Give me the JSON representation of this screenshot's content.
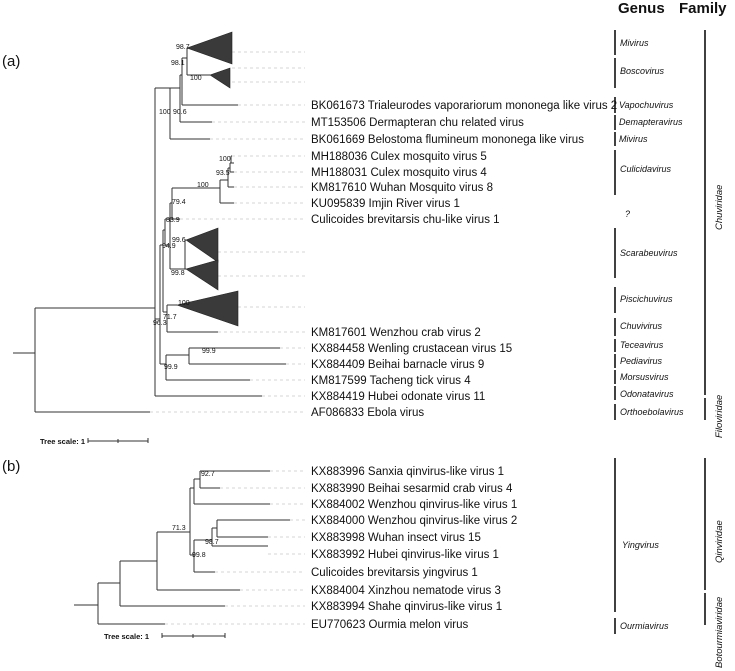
{
  "headers": {
    "genus": "Genus",
    "family": "Family"
  },
  "panels": {
    "a": "(a)",
    "b": "(b)"
  },
  "scale_label": "Tree scale: 1",
  "tree_a": {
    "leaves": [
      "BK061673 Trialeurodes vaporariorum mononega like virus 2",
      "MT153506 Dermapteran chu related virus",
      "BK061669 Belostoma flumineum mononega like virus",
      "MH188036 Culex mosquito virus 5",
      "MH188031 Culex mosquito virus 4",
      "KM817610 Wuhan Mosquito virus 8",
      "KU095839 Imjin River virus 1",
      "Culicoides brevitarsis chu-like virus 1",
      "KM817601 Wenzhou crab virus 2",
      "KX884458 Wenling crustacean virus 15",
      "KX884409 Beihai barnacle virus 9",
      "KM817599 Tacheng tick virus 4",
      "KX884419 Hubei odonate virus 11",
      "AF086833 Ebola virus"
    ],
    "supports": [
      "98.7",
      "98.1",
      "100",
      "100",
      "90.6",
      "100",
      "93.5",
      "100",
      "79.4",
      "83.9",
      "94.9",
      "99.6",
      "99.8",
      "100",
      "71.7",
      "96.3",
      "99.9",
      "99.9"
    ],
    "genera": [
      "Mivirus",
      "Boscovirus",
      "Vapochuvirus",
      "Demapteravirus",
      "Mivirus",
      "Culicidavirus",
      "?",
      "Scarabeuvirus",
      "Piscichuvirus",
      "Chuvivirus",
      "Teceavirus",
      "Pediavirus",
      "Morsusvirus",
      "Odonatavirus",
      "Orthoebolavirus"
    ],
    "families": [
      "Chuviridae",
      "Filoviridae"
    ]
  },
  "tree_b": {
    "leaves": [
      "KX883996 Sanxia qinvirus-like virus 1",
      "KX883990 Beihai sesarmid crab virus 4",
      "KX884002 Wenzhou qinvirus-like virus 1",
      "KX884000 Wenzhou qinvirus-like virus 2",
      "KX883998 Wuhan insect virus 15",
      "KX883992 Hubei qinvirus-like virus 1",
      "Culicoides brevitarsis yingvirus 1",
      "KX884004 Xinzhou nematode virus 3",
      "KX883994 Shahe qinvirus-like virus 1",
      "EU770623 Ourmia melon virus"
    ],
    "supports": [
      "92.7",
      "71.3",
      "98.7",
      "99.8"
    ],
    "genera": [
      "Yingvirus",
      "Ourmiavirus"
    ],
    "families": [
      "Qinviridae",
      "Botourmiaviridae"
    ]
  }
}
